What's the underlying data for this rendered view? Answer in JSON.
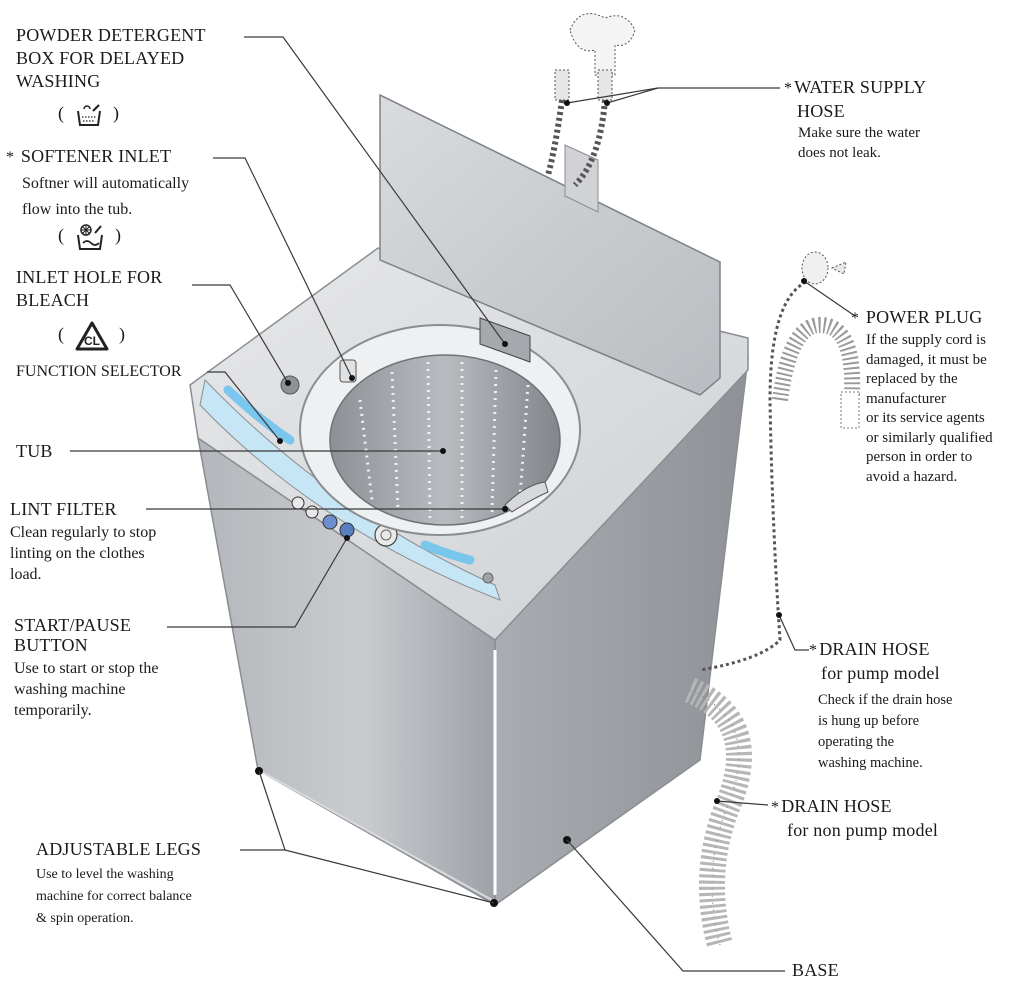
{
  "labels": {
    "powder_detergent": {
      "title_lines": [
        "POWDER DETERGENT",
        "BOX FOR DELAYED",
        "WASHING"
      ]
    },
    "softener_inlet": {
      "star": "*",
      "title": "SOFTENER  INLET",
      "desc_lines": [
        "Softner will automatically",
        "flow into the tub."
      ]
    },
    "bleach_inlet": {
      "title_lines": [
        "INLET HOLE FOR",
        "BLEACH"
      ]
    },
    "function_selector": {
      "title": "FUNCTION SELECTOR"
    },
    "tub": {
      "title": "TUB"
    },
    "lint_filter": {
      "title": "LINT FILTER",
      "desc_lines": [
        "Clean regularly to stop",
        "linting on the clothes",
        "load."
      ]
    },
    "start_pause": {
      "title_lines": [
        "START/PAUSE",
        "BUTTON"
      ],
      "desc_lines": [
        "Use to start or stop the",
        "washing machine",
        "temporarily."
      ]
    },
    "adjustable_legs": {
      "title": "ADJUSTABLE LEGS",
      "desc_lines": [
        "Use to level the washing",
        "machine for correct balance",
        "& spin operation."
      ]
    },
    "water_supply_hose": {
      "star": "*",
      "title_lines": [
        "WATER SUPPLY",
        "HOSE"
      ],
      "desc_lines": [
        "Make sure the water",
        "does not leak."
      ]
    },
    "power_plug": {
      "star": "*",
      "title": "POWER PLUG",
      "desc_lines": [
        "If the supply cord is",
        "damaged, it must be",
        "replaced by the",
        "manufacturer",
        "or its service agents",
        "or similarly qualified",
        "person in order to",
        "avoid a hazard."
      ]
    },
    "drain_hose_pump": {
      "star": "*",
      "title_lines": [
        "DRAIN HOSE",
        "for pump model"
      ],
      "desc_lines": [
        "Check if the drain hose",
        "is hung up before",
        "operating the",
        "washing machine."
      ]
    },
    "drain_hose_non_pump": {
      "star": "*",
      "title_lines": [
        "DRAIN HOSE",
        "for non pump model"
      ]
    },
    "base": {
      "title": "BASE"
    }
  },
  "symbols": {
    "paren_open": "(",
    "paren_close": ")",
    "detergent": "detergent-box-icon",
    "softener": "softener-icon",
    "bleach": "bleach-cl-icon"
  },
  "colors": {
    "machine_body": "#b9bcc0",
    "panel_accent": "#8fd0f0",
    "line": "#333333"
  }
}
